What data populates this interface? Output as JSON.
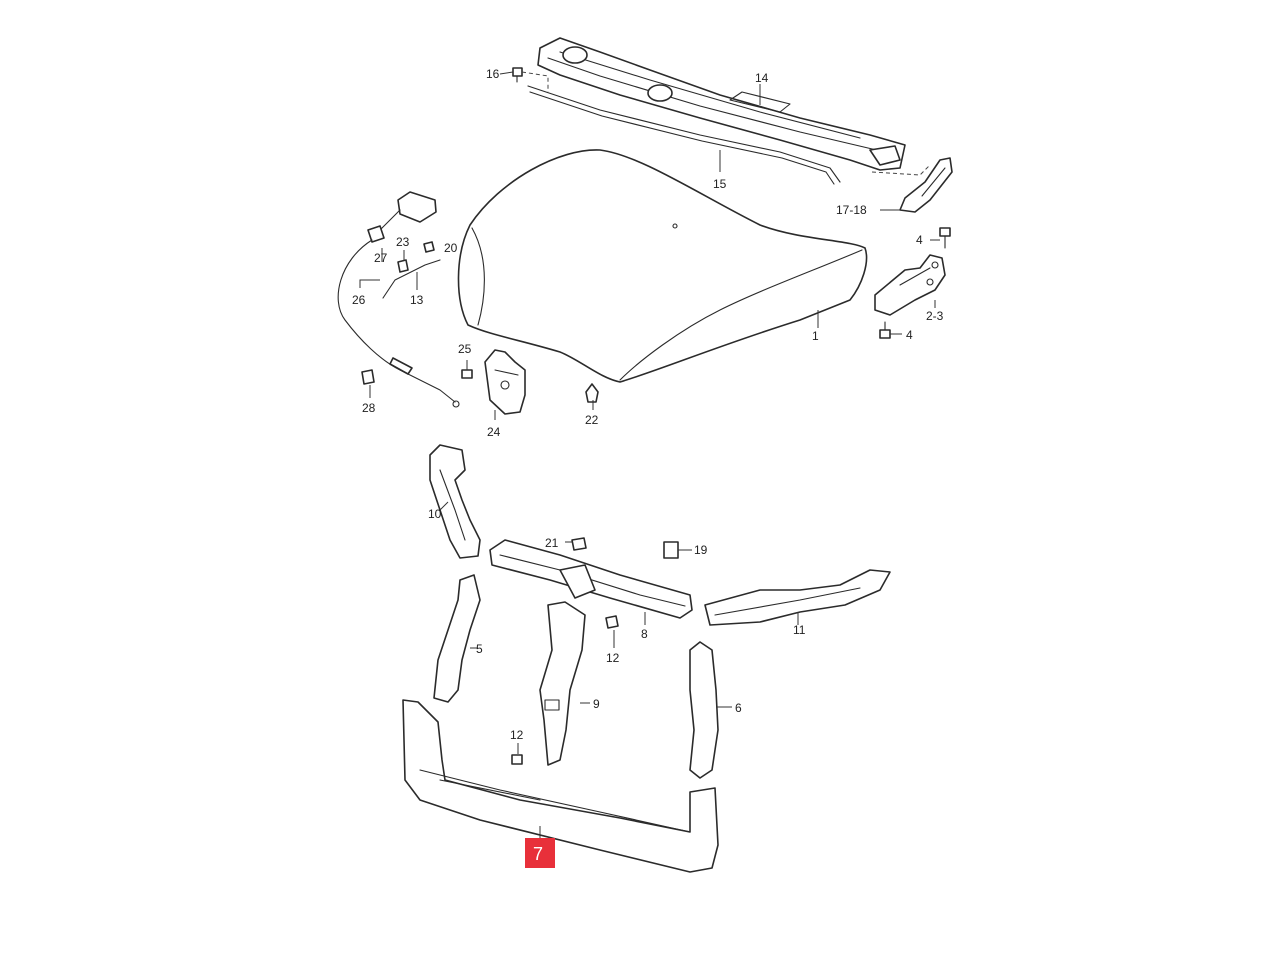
{
  "diagram": {
    "highlight_color": "#e8303a",
    "line_color": "#2b2b2b",
    "highlighted_label": "7",
    "labels": {
      "p1": "1",
      "p2_3": "2-3",
      "p4a": "4",
      "p4b": "4",
      "p5": "5",
      "p6": "6",
      "p8": "8",
      "p9": "9",
      "p10": "10",
      "p11": "11",
      "p12a": "12",
      "p12b": "12",
      "p13": "13",
      "p14": "14",
      "p15": "15",
      "p16": "16",
      "p17_18": "17-18",
      "p19": "19",
      "p20": "20",
      "p21": "21",
      "p22": "22",
      "p23": "23",
      "p24": "24",
      "p25": "25",
      "p26": "26",
      "p27": "27",
      "p28": "28"
    }
  }
}
